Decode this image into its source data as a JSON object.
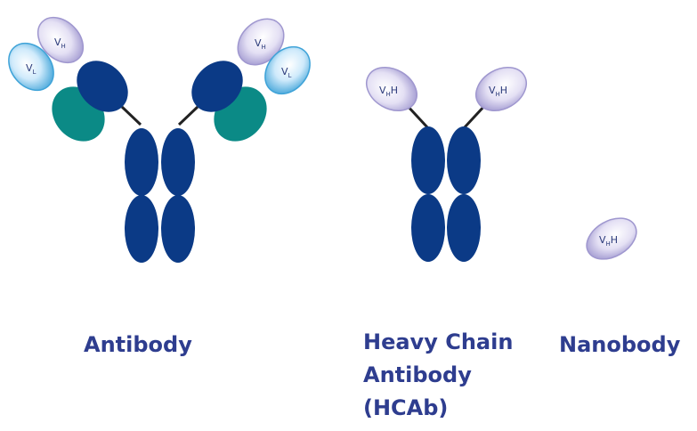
{
  "captions": {
    "antibody": "Antibody",
    "hcab": [
      "Heavy Chain",
      "Antibody",
      "(HCAb)"
    ],
    "nanobody": "Nanobody"
  },
  "domain_labels": {
    "vh": {
      "main": "V",
      "sub": "H"
    },
    "vl": {
      "main": "V",
      "sub": "L"
    },
    "vhh": {
      "main": "V",
      "sub": "H",
      "tail": "H"
    }
  },
  "colors": {
    "heavy_chain": "#0b3a86",
    "light_chain_constant": "#0b8a86",
    "vh_domain": "#d9d4ef",
    "vl_domain": "#bfe3f7",
    "vhh_domain": "#d9d4ef",
    "caption_text": "#2e3d8f"
  }
}
